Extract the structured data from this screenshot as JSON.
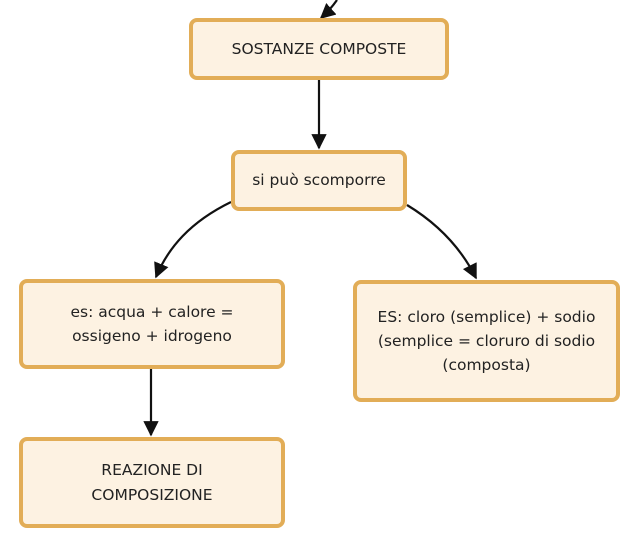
{
  "colors": {
    "node_border": "#e2ad57",
    "node_fill": "#fdf2e2",
    "edge": "#111111",
    "text": "#222222"
  },
  "nodes": {
    "sostanze_composte": {
      "label": "SOSTANZE COMPOSTE"
    },
    "si_puo_scomporre": {
      "label": "si può scomporre"
    },
    "esempio_acqua": {
      "line1": "es: acqua + calore =",
      "line2": "ossigeno + idrogeno"
    },
    "esempio_cloro": {
      "line1": "ES: cloro (semplice) + sodio",
      "line2": "(semplice = cloruro di sodio",
      "line3": "(composta)"
    },
    "reazione": {
      "line1": "REAZIONE DI",
      "line2": "COMPOSIZIONE"
    }
  }
}
